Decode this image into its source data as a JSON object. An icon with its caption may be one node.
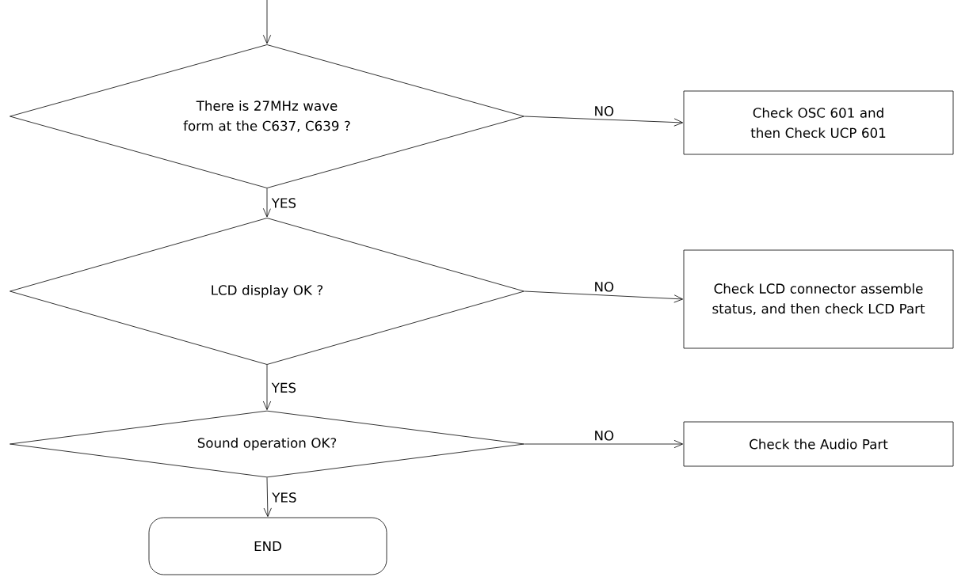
{
  "diagram": {
    "nodes": [
      {
        "text": [
          "There is 27MHz wave form at the C637, C639 ?"
        ]
      },
      {
        "text": [
          "Check OSC 601 and then Check UCP 601"
        ]
      },
      {
        "text": [
          "LCD display OK ?"
        ]
      },
      {
        "text": [
          "Check LCD connector assemble status, and then check LCD Part"
        ]
      },
      {
        "text": [
          "Sound operation OK?"
        ]
      },
      {
        "text": [
          "Check the Audio Part"
        ]
      },
      {
        "text": [
          "END"
        ]
      }
    ],
    "edges": [
      {
        "from": null,
        "to": 0,
        "arrow": "to"
      },
      {
        "from": 0,
        "to": 1,
        "arrow": "to",
        "label": "NO"
      },
      {
        "from": 0,
        "to": 2,
        "arrow": "to",
        "label": "YES"
      },
      {
        "from": 2,
        "to": 3,
        "arrow": "to",
        "label": "NO"
      },
      {
        "from": 2,
        "to": 4,
        "arrow": "to",
        "label": "YES"
      },
      {
        "from": 4,
        "to": 5,
        "arrow": "to",
        "label": "NO"
      },
      {
        "from": 4,
        "to": 6,
        "arrow": "to",
        "label": "YES"
      }
    ]
  }
}
